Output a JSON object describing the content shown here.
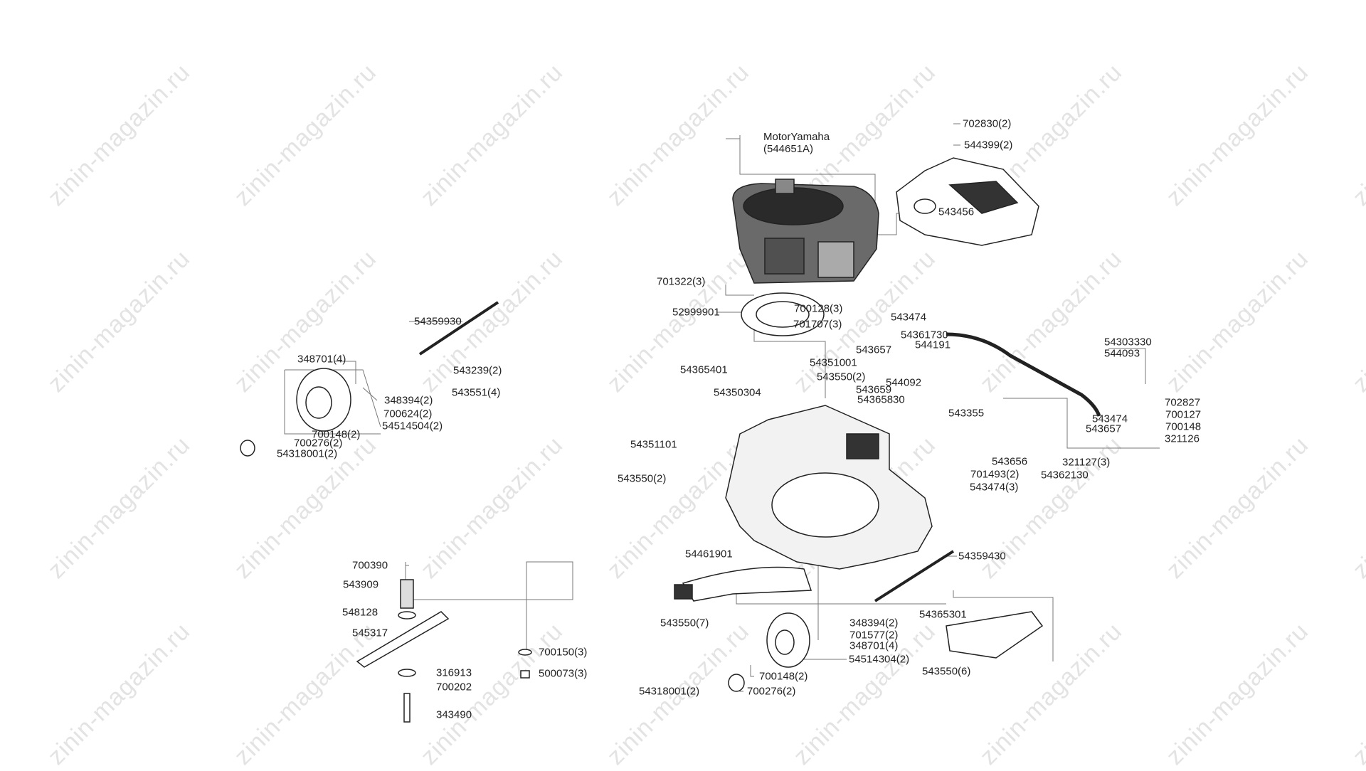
{
  "watermark": "zinin-magazin.ru",
  "motor": {
    "name": "MotorYamaha",
    "code": "(544651A)"
  },
  "labels": {
    "l702830": "702830(2)",
    "l544399": "544399(2)",
    "l543456": "543456",
    "l701322": "701322(3)",
    "l52999901": "52999901",
    "l700128": "700128(3)",
    "l701707": "701707(3)",
    "l543474a": "543474",
    "l54361730": "54361730",
    "l543657a": "543657",
    "l544191": "544191",
    "l54303330": "54303330",
    "l544093": "544093",
    "l54365401": "54365401",
    "l54351001": "54351001",
    "l543550b": "543550(2)",
    "l544092": "544092",
    "l54350304": "54350304",
    "l543659": "543659",
    "l54365830": "54365830",
    "l543355": "543355",
    "l543474b": "543474",
    "l543657b": "543657",
    "l702827": "702827",
    "l700127": "700127",
    "l700148c": "700148",
    "l321126": "321126",
    "l543656": "543656",
    "l321127": "321127(3)",
    "l701493": "701493(2)",
    "l54362130": "54362130",
    "l543474c": "543474(3)",
    "l54359930": "54359930",
    "l348701a": "348701(4)",
    "l543239": "543239(2)",
    "l543551": "543551(4)",
    "l348394a": "348394(2)",
    "l700624": "700624(2)",
    "l54514504": "54514504(2)",
    "l700148a": "700148(2)",
    "l700276a": "700276(2)",
    "l54318001a": "54318001(2)",
    "l54351101": "54351101",
    "l543550a": "543550(2)",
    "l54461901": "54461901",
    "l54359430": "54359430",
    "l543550c": "543550(7)",
    "l54365301": "54365301",
    "l348394b": "348394(2)",
    "l701577": "701577(2)",
    "l348701b": "348701(4)",
    "l54514304": "54514304(2)",
    "l543550d": "543550(6)",
    "l700148b": "700148(2)",
    "l54318001b": "54318001(2)",
    "l700276b": "700276(2)",
    "l700390": "700390",
    "l543909": "543909",
    "l548128": "548128",
    "l545317": "545317",
    "l700150": "700150(3)",
    "l316913": "316913",
    "l500073": "500073(3)",
    "l700202": "700202",
    "l343490": "343490"
  }
}
